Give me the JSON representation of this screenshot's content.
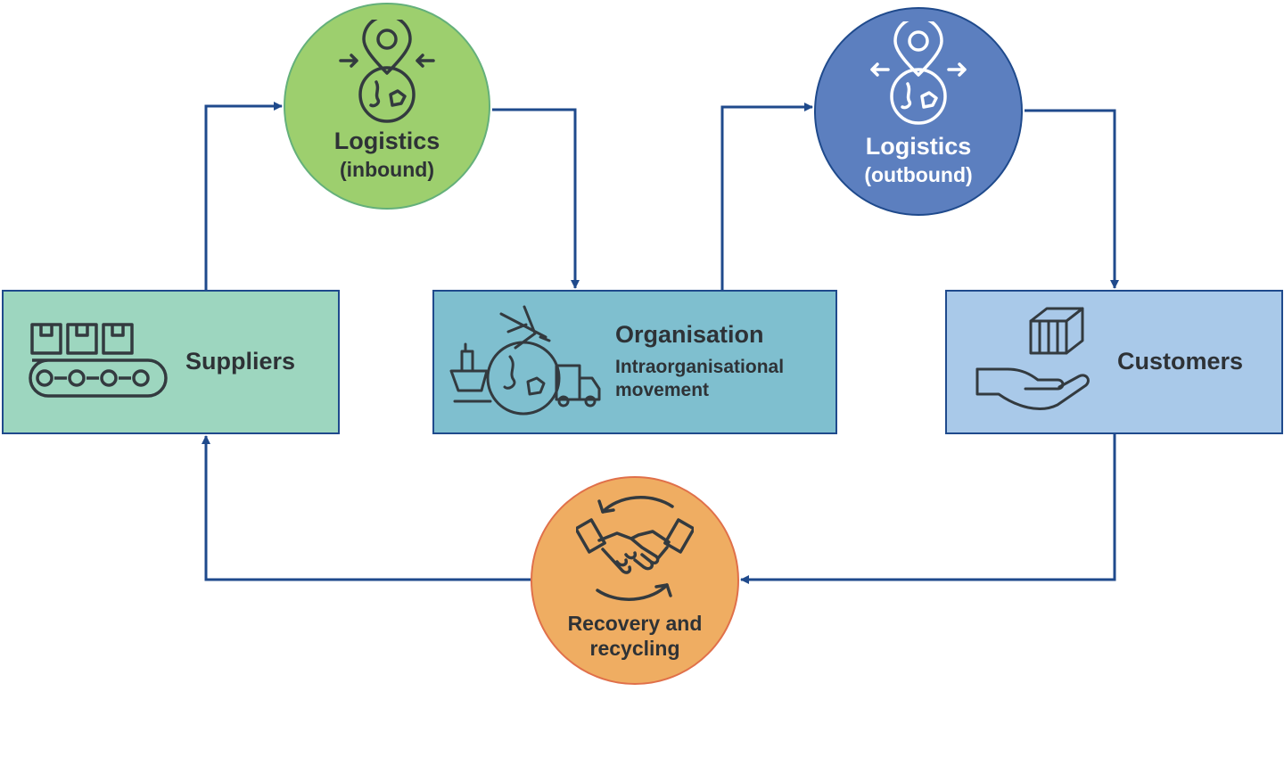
{
  "nodes": {
    "suppliers": {
      "label": "Suppliers",
      "icon": "conveyor-boxes-icon"
    },
    "logistics_inbound": {
      "title": "Logistics",
      "subtitle": "(inbound)",
      "icon": "location-pin-globe-inward-icon"
    },
    "organisation": {
      "title": "Organisation",
      "subtitle_line1": "Intraorganisational",
      "subtitle_line2": "movement",
      "icon": "transport-globe-icon"
    },
    "logistics_outbound": {
      "title": "Logistics",
      "subtitle": "(outbound)",
      "icon": "location-pin-globe-outward-icon"
    },
    "customers": {
      "label": "Customers",
      "icon": "hand-holding-box-icon"
    },
    "recovery": {
      "title": "Recovery and",
      "subtitle": "recycling",
      "icon": "handshake-cycle-icon"
    }
  },
  "flows": [
    {
      "from": "suppliers",
      "to": "logistics_inbound"
    },
    {
      "from": "logistics_inbound",
      "to": "organisation"
    },
    {
      "from": "organisation",
      "to": "logistics_outbound"
    },
    {
      "from": "logistics_outbound",
      "to": "customers"
    },
    {
      "from": "customers",
      "to": "recovery"
    },
    {
      "from": "recovery",
      "to": "suppliers"
    }
  ],
  "colors": {
    "connector": "#1f4a8c",
    "suppliers_fill": "#9dd6bf",
    "organisation_fill": "#7fbfcf",
    "customers_fill": "#a9c9e9",
    "inbound_fill": "#9dcf6e",
    "outbound_fill": "#5c7fbf",
    "recovery_fill": "#efad62",
    "icon_stroke": "#333a3f"
  }
}
